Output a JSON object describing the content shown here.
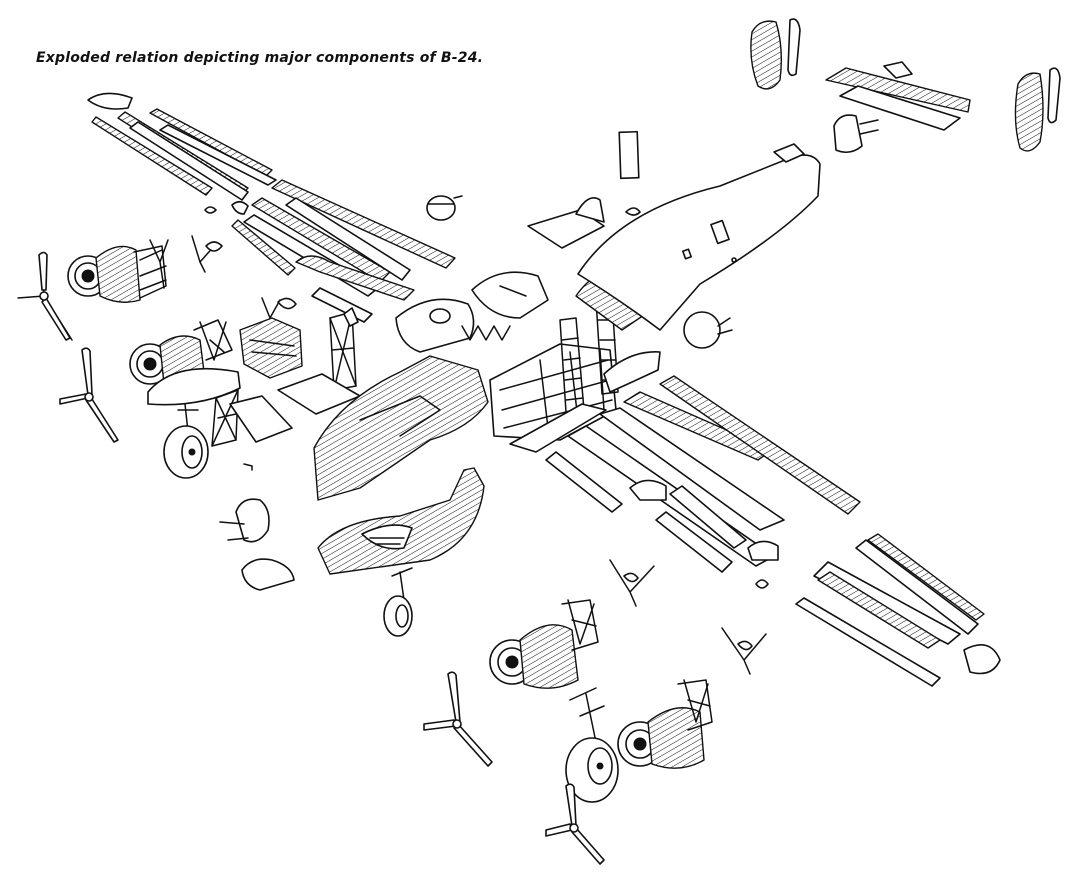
{
  "caption": "Exploded relation depicting major components of B-24.",
  "colors": {
    "ink": "#111111",
    "paper": "#ffffff"
  },
  "components": [
    "left-outer-wing",
    "left-center-wing",
    "right-outer-wing",
    "right-center-wing",
    "wing-tip-left",
    "wing-tip-right",
    "forward-fuselage",
    "center-fuselage",
    "aft-fuselage",
    "nose-section",
    "bomb-bay",
    "vertical-fins",
    "horizontal-stabilizer",
    "nacelles",
    "propellers",
    "main-landing-gear",
    "nose-landing-gear",
    "turrets"
  ]
}
